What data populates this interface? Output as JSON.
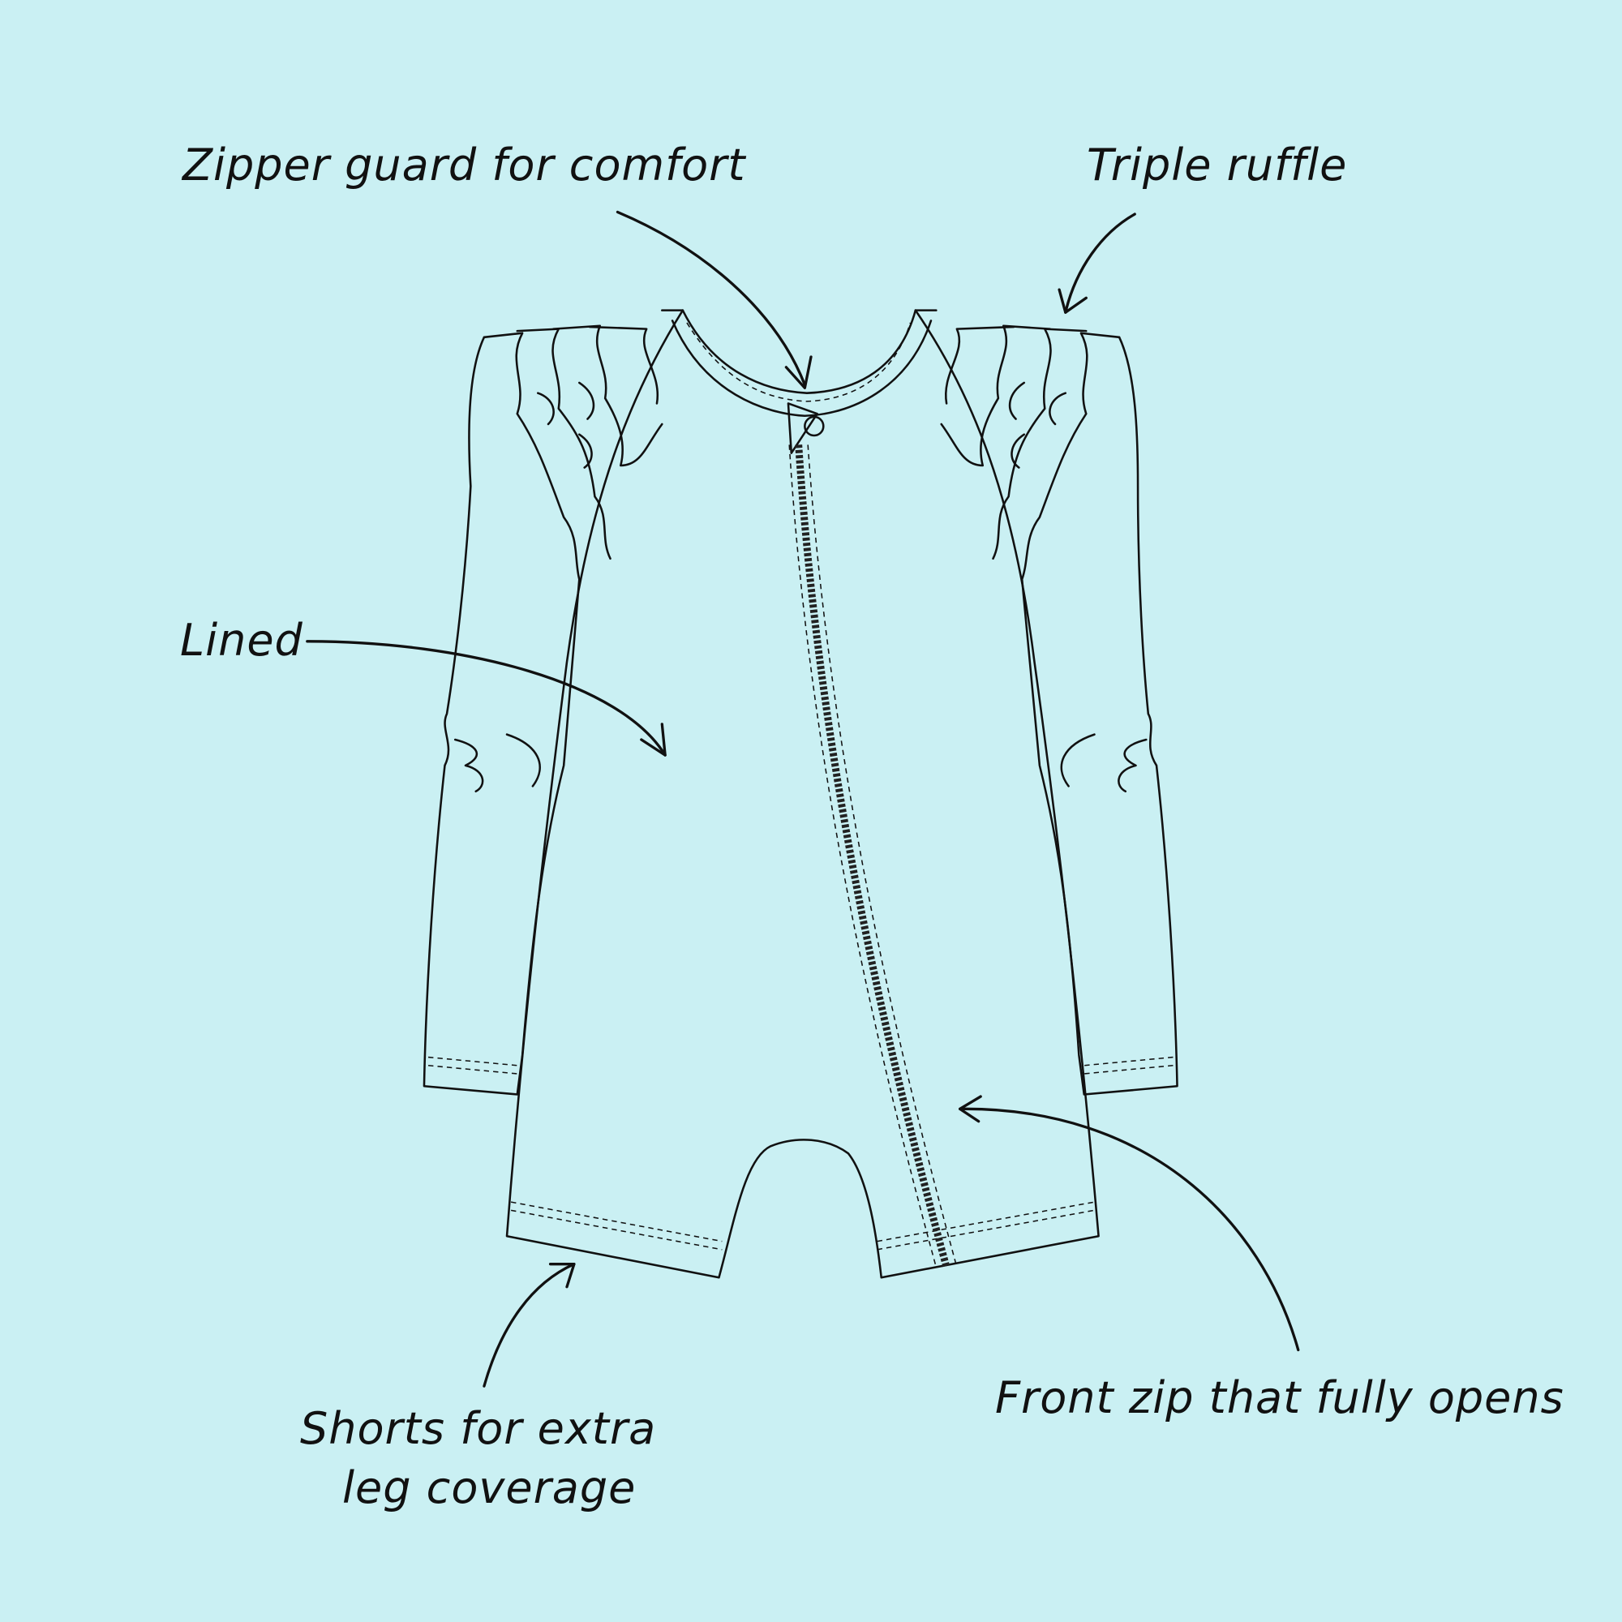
{
  "background_color": "#caf0f3",
  "labels": {
    "zipper_guard": "Zipper guard for comfort",
    "triple_ruffle": "Triple ruffle",
    "lined": "Lined",
    "front_zip": "Front zip that fully opens",
    "shorts_line1": "Shorts for extra",
    "shorts_line2": "leg coverage"
  }
}
